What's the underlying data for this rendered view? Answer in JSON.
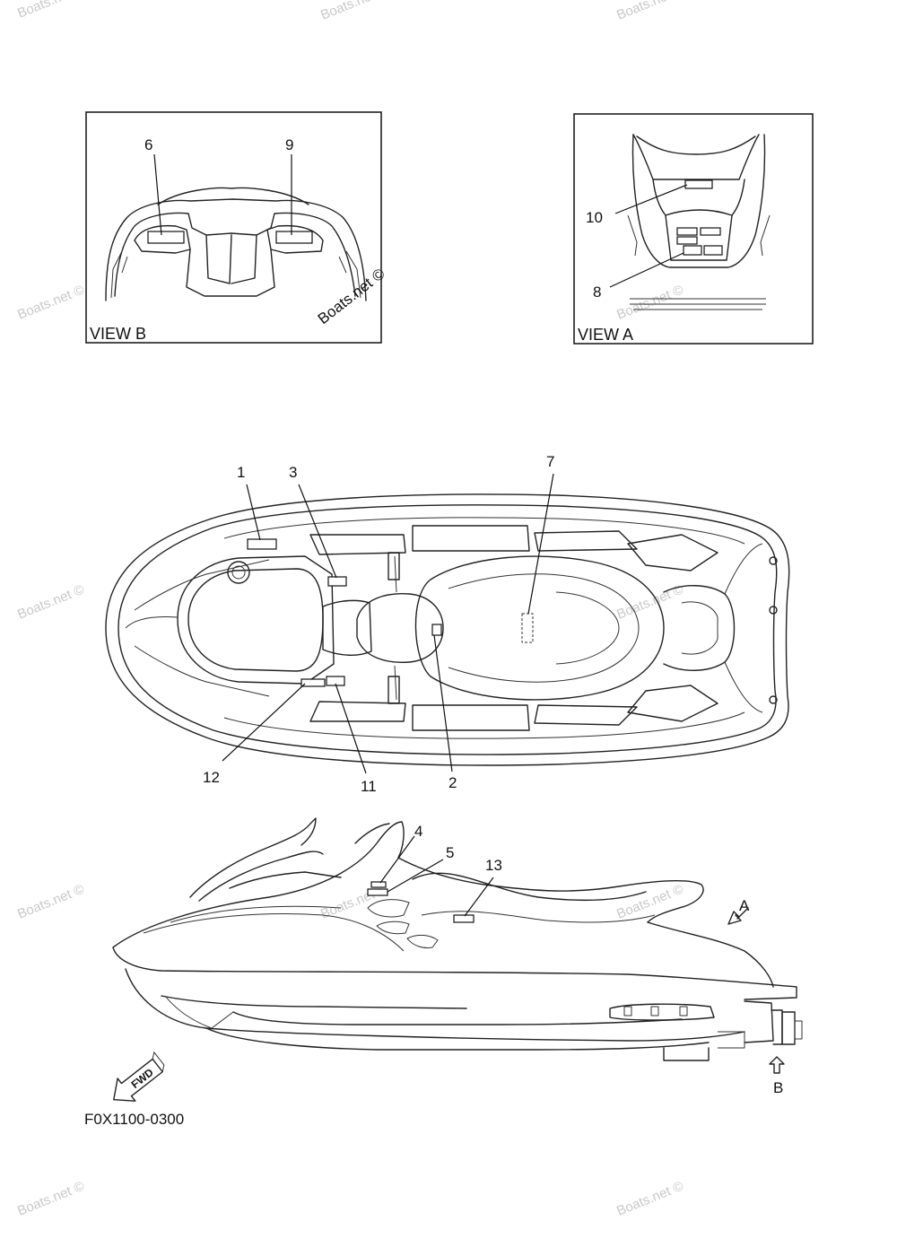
{
  "views": {
    "view_b": {
      "label": "VIEW B",
      "callouts": [
        "6",
        "9"
      ]
    },
    "view_a": {
      "label": "VIEW A",
      "callouts": [
        "10",
        "8"
      ]
    }
  },
  "top_view": {
    "callouts": [
      "1",
      "3",
      "7",
      "12",
      "11",
      "2"
    ]
  },
  "side_view": {
    "callouts": [
      "4",
      "5",
      "13"
    ],
    "view_arrows": [
      "A",
      "B"
    ]
  },
  "fwd_label": "FWD",
  "figure_code": "F0X1100-0300",
  "watermarks": [
    "Boats.net ©",
    "Boats.net ©",
    "Boats.net ©",
    "Boats.net ©",
    "Boats.net ©",
    "Boats.net ©",
    "Boats.net ©",
    "Boats.net ©",
    "Boats.net ©",
    "Boats.net ©",
    "Boats.net ©",
    "Boats.net ©"
  ],
  "inline_watermark": "Boats.net ©"
}
